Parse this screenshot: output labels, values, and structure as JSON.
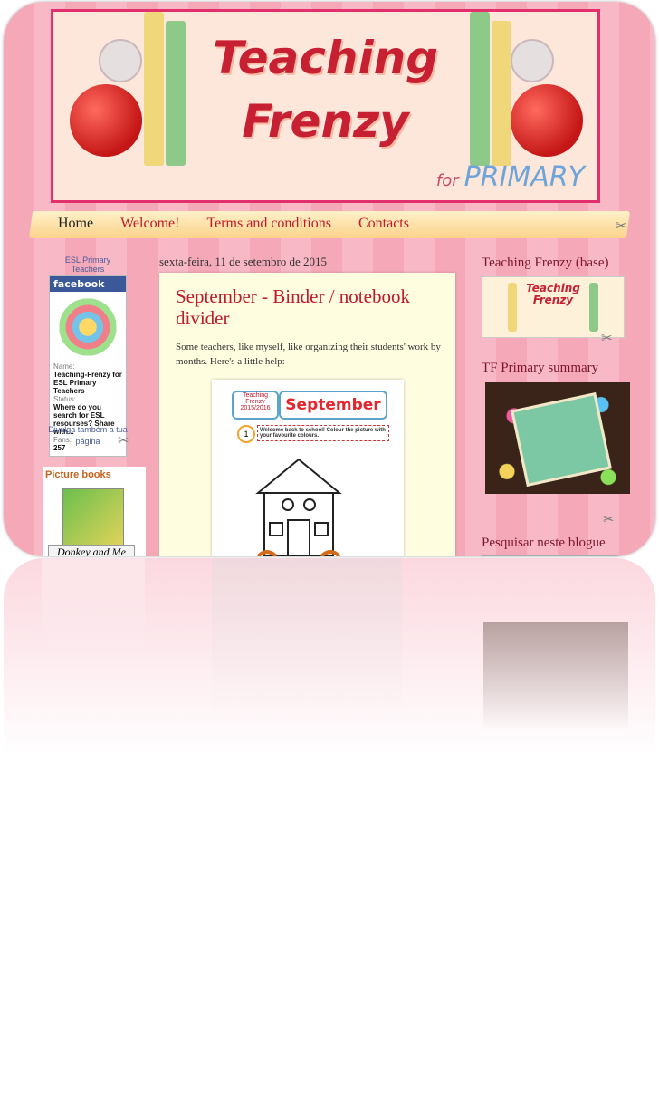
{
  "header": {
    "title_line1": "Teaching",
    "title_line2": "Frenzy",
    "subtitle_small": "for",
    "subtitle": "PRIMARY"
  },
  "nav": {
    "items": [
      "Home",
      "Welcome!",
      "Terms and conditions",
      "Contacts"
    ]
  },
  "left_sidebar": {
    "fb_caption": "ESL Primary Teachers",
    "fb_brand": "facebook",
    "name_label": "Name:",
    "name_value": "Teaching-Frenzy for ESL Primary Teachers",
    "status_label": "Status:",
    "status_value": "Where do you search for ESL resourses? Share with...",
    "fans_label": "Fans:",
    "fans_value": "257",
    "promote": "Divulga também a tua página",
    "picture_books_title": "Picture books",
    "book_text": "Donkey and Me"
  },
  "post": {
    "date": "sexta-feira, 11 de setembro de 2015",
    "title": "September - Binder / notebook divider",
    "body": "Some teachers, like myself, like organizing their students' work by months. Here's a little help:",
    "sheet_tag": "Teaching Frenzy 2015/2016",
    "sheet_month": "September",
    "sheet_number": "1",
    "sheet_instruction": "Welcome back to school! Colour the picture with your favourite colours."
  },
  "right_sidebar": {
    "widget1_title": "Teaching Frenzy (base)",
    "widget1_img_text": "Teaching Frenzy",
    "widget2_title": "TF Primary summary",
    "widget3_title": "Pesquisar neste blogue"
  },
  "colors": {
    "accent": "#c0192b",
    "page_bg": "#f5a9b8",
    "nav_bg": "#fbd38a",
    "post_bg": "#fffde0"
  },
  "icons": [
    "scissors-icon"
  ]
}
